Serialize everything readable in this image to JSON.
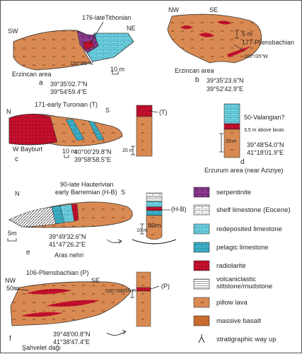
{
  "panels": {
    "a": {
      "letter": "a",
      "sample": "176-lateTithonian",
      "left": "SW",
      "right": "NE",
      "attitude": "150°/85°N",
      "scale": "10 m",
      "area": "Erzincan area",
      "lat": "39°35'02.7\"N",
      "lon": "39°54'59.4\"E"
    },
    "b": {
      "letter": "b",
      "left": "NW",
      "right": "SE",
      "scale": "5 m",
      "sample": "177-Pliensbachian",
      "attitude": "160°/35°W",
      "area": "Erzincan area",
      "lat": "39°35'23.6\"N",
      "lon": "39°52'42.9\"E"
    },
    "c": {
      "letter": "c",
      "left": "N",
      "right": "S",
      "sample": "171-early Turonian (T)",
      "area": "W Bayburt",
      "scale": "10 m",
      "lat": "40°00'29.8\"N",
      "lon": "39°58'58.5\"E",
      "column_label": "(T)",
      "column_scale": "20 m"
    },
    "d": {
      "letter": "d",
      "sample": "50-Valangian?",
      "note": "3,5 m above lavas",
      "scale": "20 m",
      "lat": "39°48'54.0\"N",
      "lon": "41°18'01.9\"E",
      "area": "Erzurum area (near Aziziye)"
    },
    "e": {
      "letter": "e",
      "sample_line1": "90-late Hauterivian",
      "sample_line2": "early Barremian (H-B)",
      "left": "N",
      "right": "S",
      "scale": "5m",
      "lat": "39°49'32.6\"N",
      "lon": "41°47'26.2\"E",
      "area": "Aras nehri",
      "column_label": "(H-B)",
      "column_scale": "10 m",
      "column_thickness": "80m"
    },
    "f": {
      "letter": "f",
      "sample": "106-Pliensbachian (P)",
      "left": "NW",
      "right": "SE",
      "scale": "50m",
      "attitude": "030°/365°",
      "lat": "39°48'00.8\"N",
      "lon": "41°38'47.4\"E",
      "area": "Şahvelet dağı",
      "column_label": "(P)",
      "column_scale": "10 m"
    }
  },
  "legend": [
    {
      "label": "serpentinite",
      "color": "#8b3a8f"
    },
    {
      "label": "shelf limestone (Eocene)",
      "color": "#ffffff"
    },
    {
      "label": "redeposited limestone",
      "color": "#6fd3e3"
    },
    {
      "label": "pelagic limestone",
      "color": "#3cb4cc"
    },
    {
      "label": "radiolarite",
      "color": "#c8102e"
    },
    {
      "label": "volcaniclastic siltstone/mudstone",
      "color": "#ffffff"
    },
    {
      "label": "pillow lava",
      "color": "#d98a52"
    },
    {
      "label": "massive basalt",
      "color": "#c96a2e"
    },
    {
      "label": "stratigraphic way up",
      "color": "#231f20"
    }
  ],
  "colors": {
    "pillow": "#d98a52",
    "basalt": "#c96a2e",
    "radiolarite": "#c8102e",
    "pelagic": "#3cb4cc",
    "redeposited": "#6fd3e3",
    "serpentinite": "#8b3a8f"
  }
}
